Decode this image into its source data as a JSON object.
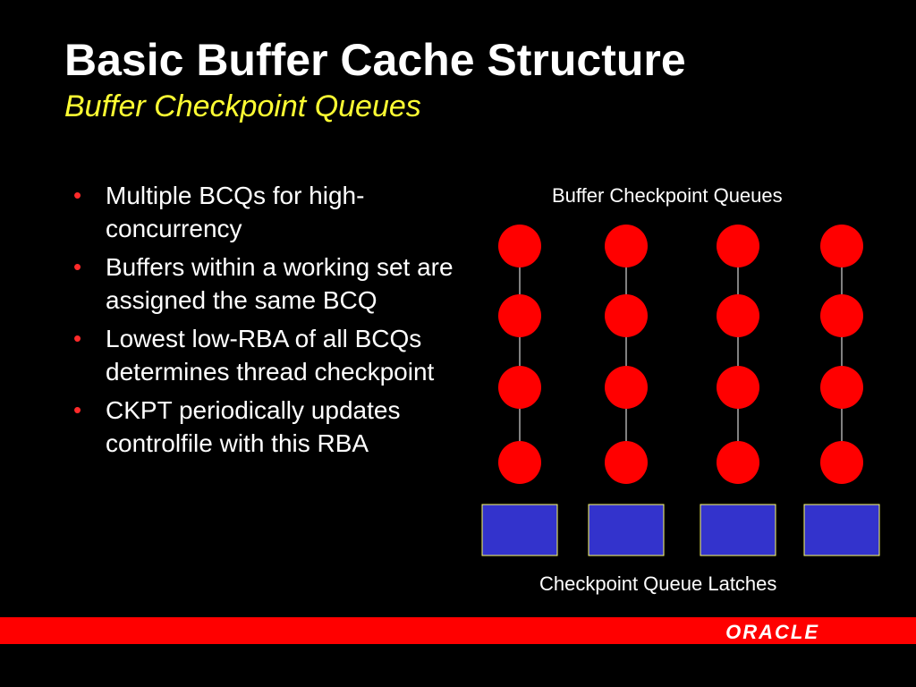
{
  "slide": {
    "title": "Basic Buffer Cache Structure",
    "subtitle": "Buffer Checkpoint Queues"
  },
  "bullets": [
    "Multiple BCQs for high-concurrency",
    "Buffers within a working set are assigned the same BCQ",
    "Lowest low-RBA of all BCQs determines thread checkpoint",
    "CKPT periodically updates controlfile with this RBA"
  ],
  "diagram": {
    "top_label": "Buffer Checkpoint Queues",
    "bottom_label": "Checkpoint Queue Latches",
    "queue_count": 4,
    "buffers_per_queue": 4,
    "colors": {
      "buffer": "#ff0000",
      "latch": "#3333cc",
      "latch_border": "#ffff66",
      "connector": "#ffffff"
    }
  },
  "footer": {
    "logo": "ORACLE",
    "bar_color": "#ff0000"
  }
}
